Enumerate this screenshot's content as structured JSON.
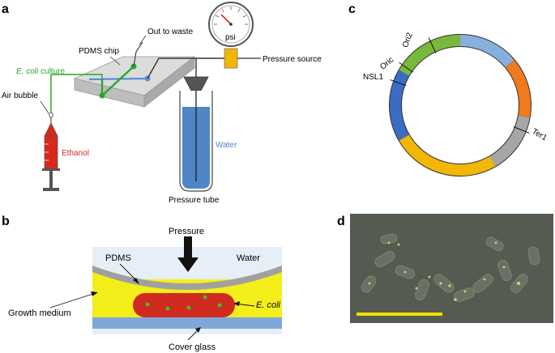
{
  "panels": {
    "a": {
      "label": "a",
      "pdms_chip": "PDMS chip",
      "out_to_waste": "Out to waste",
      "ecoli_culture_italic": "E. coli",
      "ecoli_culture_rest": " culture",
      "air_bubble": "Air bubble",
      "ethanol": "Ethanol",
      "water": "Water",
      "pressure_tube": "Pressure tube",
      "pressure_source": "Pressure source",
      "gauge_unit": "psi"
    },
    "b": {
      "label": "b",
      "pressure": "Pressure",
      "pdms": "PDMS",
      "water": "Water",
      "growth_medium": "Growth medium",
      "ecoli": "E. coli",
      "cover_glass": "Cover glass"
    },
    "c": {
      "label": "c",
      "ori2": "Ori2",
      "oric": "Oric",
      "nsl1": "NSL1",
      "ter1": "Ter1"
    },
    "d": {
      "label": "d"
    }
  },
  "colors": {
    "chip_green": "#2aa52a",
    "chip_blue": "#5b8fd6",
    "syringe_red": "#d9281c",
    "water_blue": "#4f86c6",
    "gauge_orange": "#f2b705",
    "medium_yellow": "#f4ee1a",
    "pdms_gray": "#a0a0a0",
    "glass_blue": "#7fa7d9",
    "cell_red": "#cf2b21",
    "foci_green": "#3fbf3f",
    "scale_yellow": "#f0e000",
    "ring_blue_dark": "#3b6cc4",
    "ring_green": "#79b83a",
    "ring_blue_light": "#86b0dd",
    "ring_orange": "#f07a1e",
    "ring_gray": "#a6a6a6",
    "ring_yellow": "#f2b705"
  }
}
